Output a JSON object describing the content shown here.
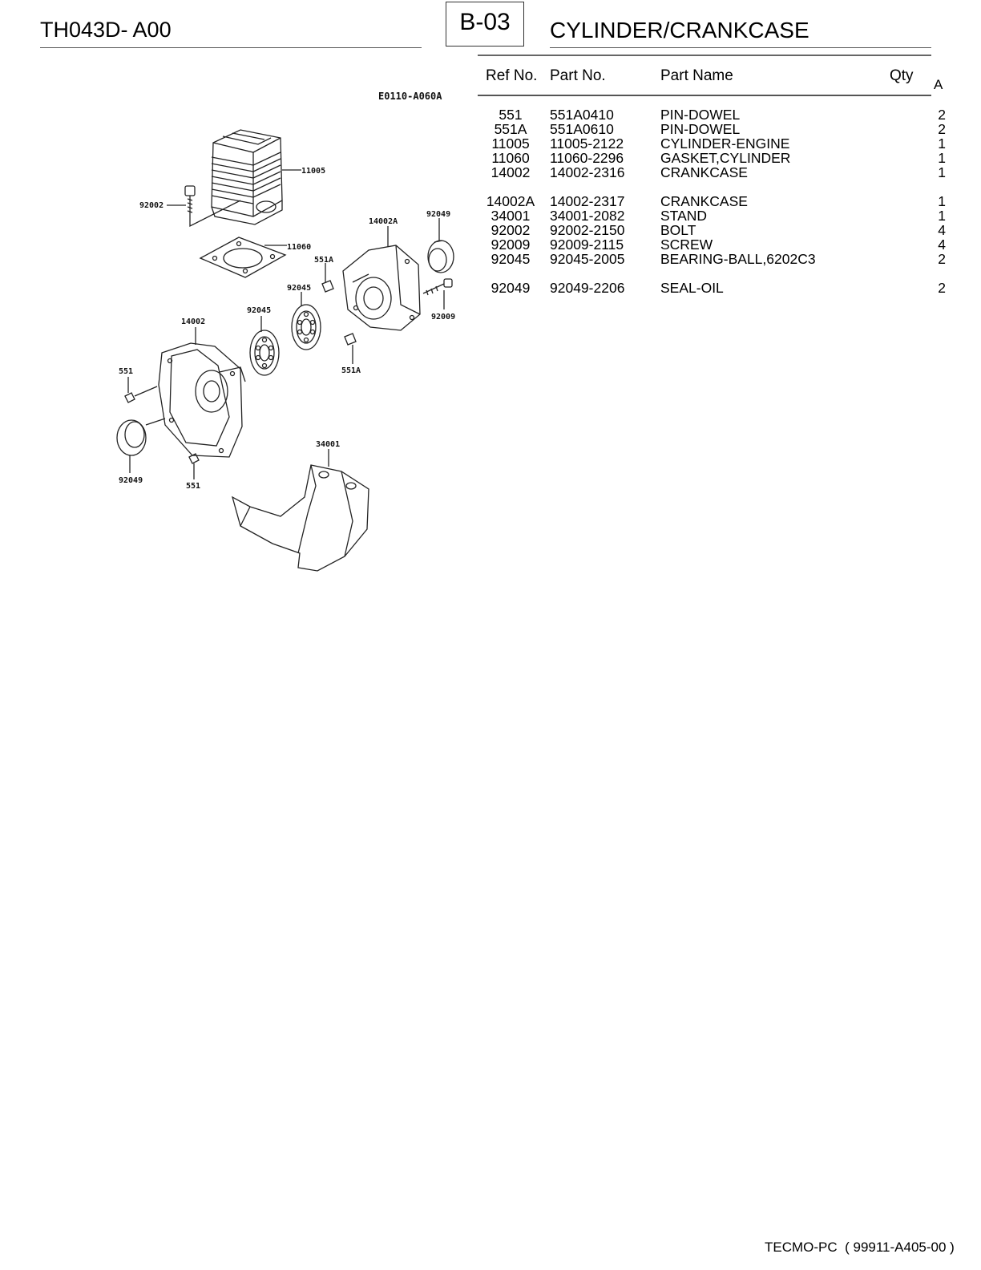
{
  "header": {
    "model": "TH043D- A00",
    "page_code": "B-03",
    "section_title": "CYLINDER/CRANKCASE"
  },
  "table": {
    "headers": {
      "ref": "Ref No.",
      "part": "Part No.",
      "name": "Part Name",
      "qty": "Qty",
      "variant": "A"
    },
    "rows": [
      {
        "ref": "551",
        "part": "551A0410",
        "name": "PIN-DOWEL",
        "qty": "2"
      },
      {
        "ref": "551A",
        "part": "551A0610",
        "name": "PIN-DOWEL",
        "qty": "2"
      },
      {
        "ref": "11005",
        "part": "11005-2122",
        "name": "CYLINDER-ENGINE",
        "qty": "1"
      },
      {
        "ref": "11060",
        "part": "11060-2296",
        "name": "GASKET,CYLINDER",
        "qty": "1"
      },
      {
        "ref": "14002",
        "part": "14002-2316",
        "name": "CRANKCASE",
        "qty": "1"
      },
      {
        "ref": "14002A",
        "part": "14002-2317",
        "name": "CRANKCASE",
        "qty": "1"
      },
      {
        "ref": "34001",
        "part": "34001-2082",
        "name": "STAND",
        "qty": "1"
      },
      {
        "ref": "92002",
        "part": "92002-2150",
        "name": "BOLT",
        "qty": "4"
      },
      {
        "ref": "92009",
        "part": "92009-2115",
        "name": "SCREW",
        "qty": "4"
      },
      {
        "ref": "92045",
        "part": "92045-2005",
        "name": "BEARING-BALL,6202C3",
        "qty": "2"
      },
      {
        "ref": "92049",
        "part": "92049-2206",
        "name": "SEAL-OIL",
        "qty": "2"
      }
    ]
  },
  "diagram": {
    "code": "E0110-A060A",
    "callouts": {
      "c11005": "11005",
      "c92002": "92002",
      "c14002A": "14002A",
      "c92049a": "92049",
      "c11060": "11060",
      "c551Aa": "551A",
      "c92045a": "92045",
      "c92045b": "92045",
      "c92009": "92009",
      "c14002": "14002",
      "c551a": "551",
      "c551Ab": "551A",
      "c34001": "34001",
      "c92049b": "92049",
      "c551b": "551"
    }
  },
  "footer": {
    "text": "TECMO-PC  ( 99911-A405-00 )"
  }
}
